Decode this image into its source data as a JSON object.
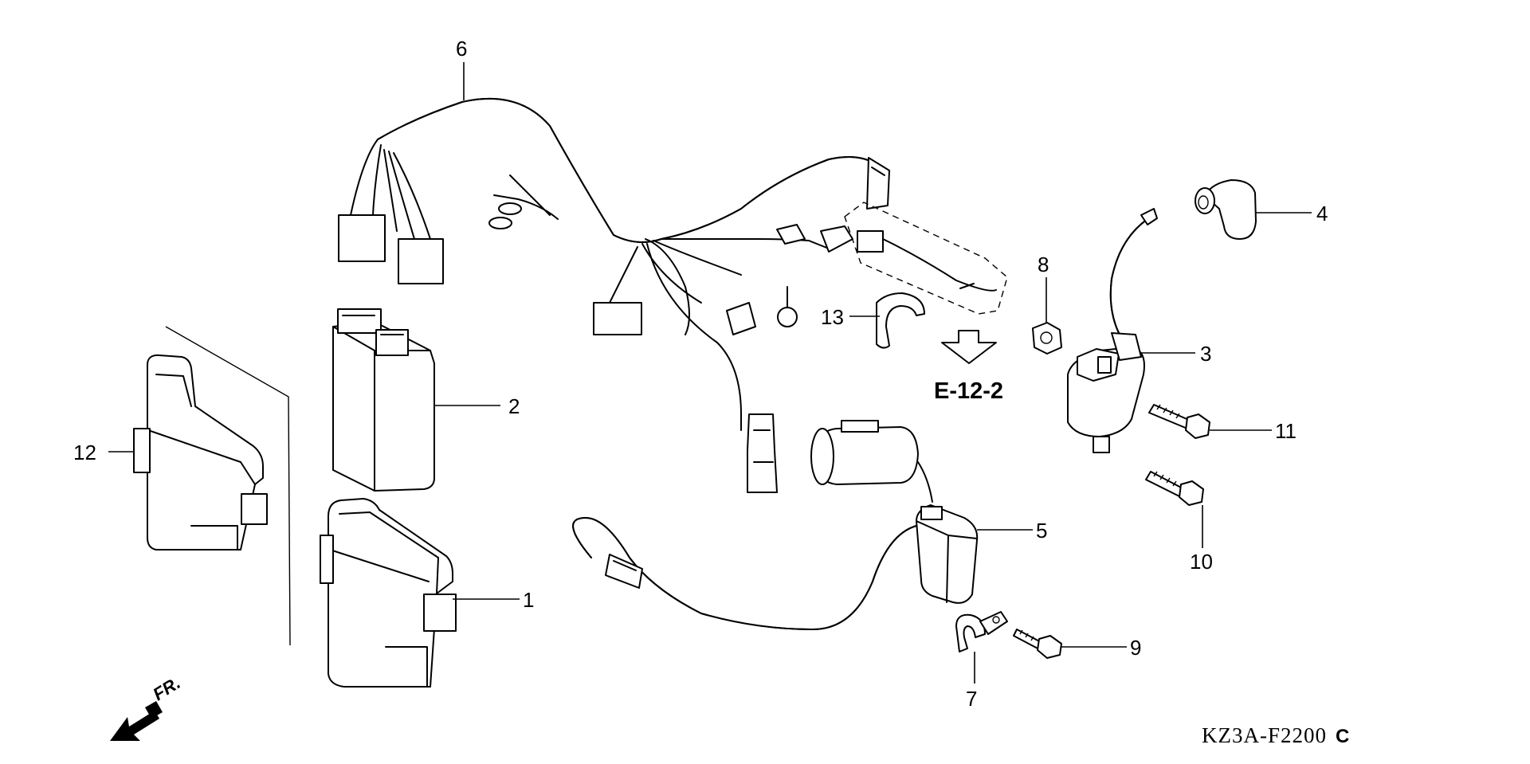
{
  "diagram": {
    "reference_code": "KZ3A-F2200",
    "revision_mark": "C",
    "cross_reference": "E-12-2",
    "direction_label": "FR.",
    "callouts": [
      {
        "id": "c1",
        "label": "1"
      },
      {
        "id": "c2",
        "label": "2"
      },
      {
        "id": "c3",
        "label": "3"
      },
      {
        "id": "c4",
        "label": "4"
      },
      {
        "id": "c5",
        "label": "5"
      },
      {
        "id": "c6",
        "label": "6"
      },
      {
        "id": "c7",
        "label": "7"
      },
      {
        "id": "c8",
        "label": "8"
      },
      {
        "id": "c9",
        "label": "9"
      },
      {
        "id": "c10",
        "label": "10"
      },
      {
        "id": "c11",
        "label": "11"
      },
      {
        "id": "c12",
        "label": "12"
      },
      {
        "id": "c13",
        "label": "13"
      }
    ]
  }
}
